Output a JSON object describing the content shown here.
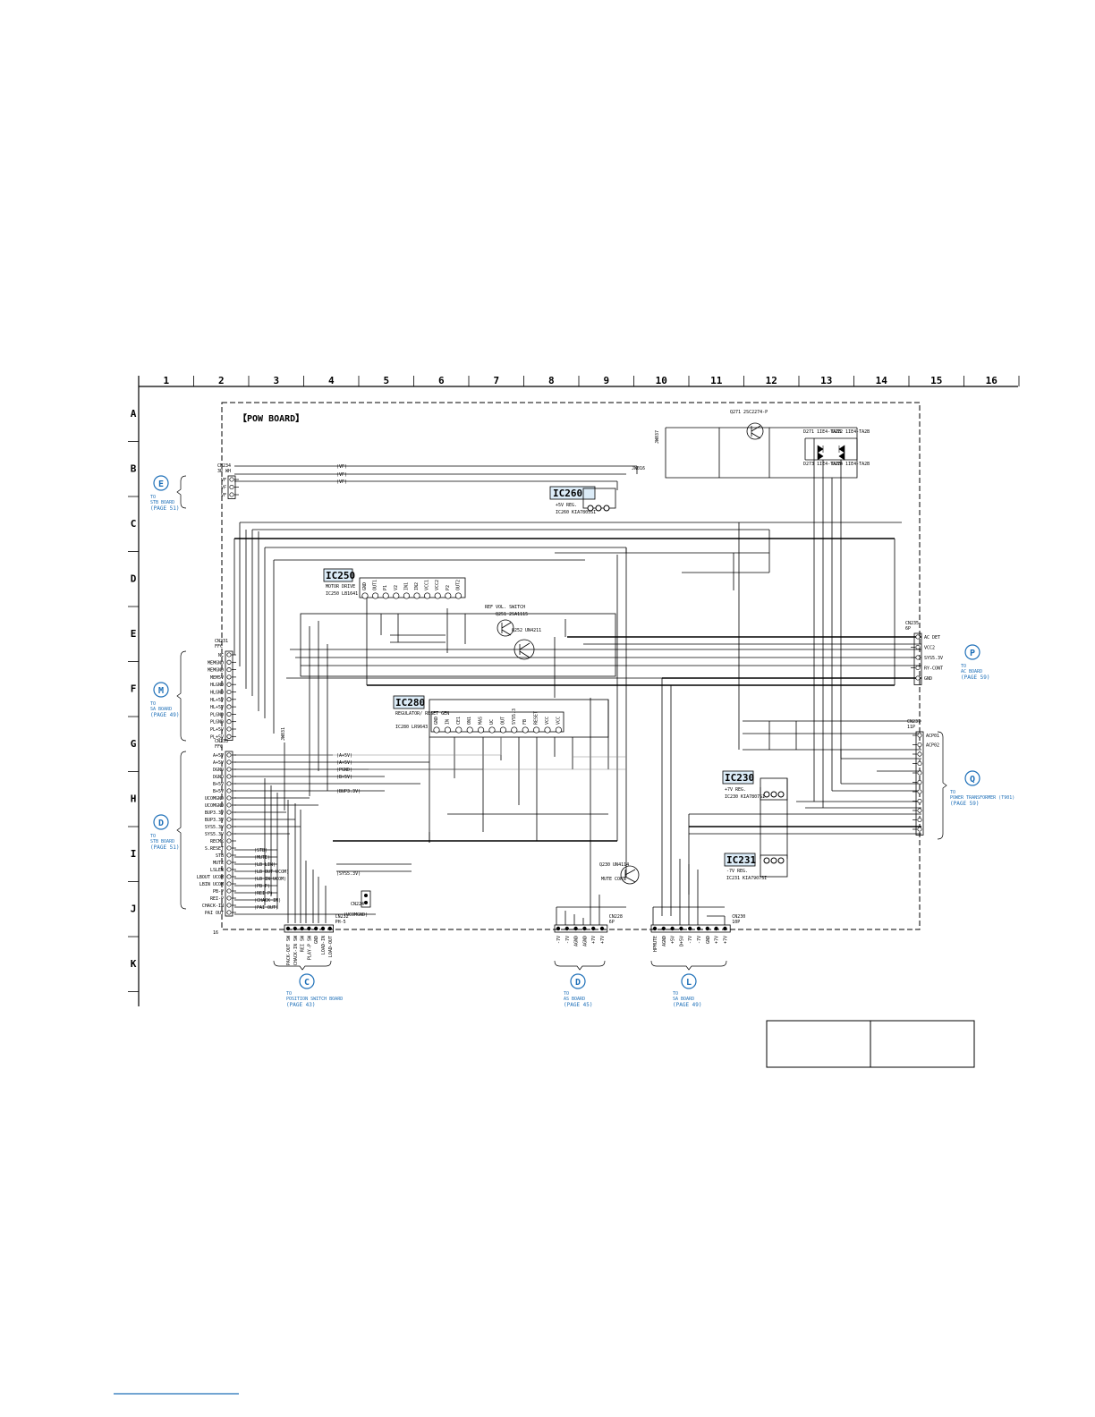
{
  "grid": {
    "columns": [
      "1",
      "2",
      "3",
      "4",
      "5",
      "6",
      "7",
      "8",
      "9",
      "10",
      "11",
      "12",
      "13",
      "14",
      "15",
      "16"
    ],
    "rows": [
      "A",
      "B",
      "C",
      "D",
      "E",
      "F",
      "G",
      "H",
      "I",
      "J",
      "K"
    ]
  },
  "board": {
    "title": "【POW BOARD】"
  },
  "ics": {
    "ic260": {
      "label": "IC260",
      "desc": "+5V REG.",
      "part": "IC260 KIA7805SI"
    },
    "ic250": {
      "label": "IC250",
      "desc": "MOTOR DRIVE",
      "part": "IC250 LB1641"
    },
    "ic280": {
      "label": "IC280",
      "desc": "REGULATOR/ RESET GEN",
      "part": "IC280 LR9643"
    },
    "ic230": {
      "label": "IC230",
      "desc": "+7V REG.",
      "part": "IC230 KIA7807SI"
    },
    "ic231": {
      "label": "IC231",
      "desc": "-7V REG.",
      "part": "IC231 KIA7907SI"
    }
  },
  "ic250_pins": [
    "GND",
    "OUT1",
    "P1",
    "V2",
    "IN1",
    "IN2",
    "VCC1",
    "VCC2",
    "P2",
    "OUT2"
  ],
  "ic280_pins": [
    "GND",
    "IN",
    "CE1",
    "ON1",
    "MAS",
    "UC",
    "OUT",
    "SYS5.3",
    "FB",
    "RESET",
    "VCC",
    "VCC"
  ],
  "misc_labels": {
    "ref_vol_switch": "REF VOL. SWITCH",
    "mute_cont": "MUTE CONT",
    "q251": "Q251 2SA1115",
    "q252": "Q252 UN4211",
    "q271": "Q271 2SC2274-P",
    "q230": "Q230 UN4114",
    "d271": "D271 1IE4-TA2B",
    "d272": "D272 1IE4-TA2B",
    "d273": "D273 1IE4-TA2B",
    "d274": "D274 1IE4-TA2B",
    "jw016": "JW016",
    "jw037": "JW037",
    "jw031": "JW031",
    "node_16": "16"
  },
  "connectors": {
    "cn234": {
      "id": "CN234",
      "spec": "3P WH",
      "pins": [
        "VF",
        "VF",
        "VF"
      ]
    },
    "cn231": {
      "id": "CN231",
      "spec": "FFC",
      "pins": [
        "NC",
        "MEMGND",
        "MEMGND",
        "MEM5V",
        "HLGND",
        "HLGND",
        "HL+5V",
        "HL+5V",
        "PLGND",
        "PLGND",
        "PL+5V",
        "PL+5V"
      ]
    },
    "cn233": {
      "id": "CN233",
      "spec": "FFC",
      "pins": [
        "A+5V",
        "A+5V",
        "DGND",
        "DGND",
        "B+5V",
        "B+5V",
        "UCOMGND",
        "UCOMGND",
        "BUP3.3V",
        "BUP3.3V",
        "SYS5.3V",
        "SYS5.3V",
        "RECMK",
        "S.RESET",
        "STB",
        "MUTE",
        "LSLEW",
        "LBOUT UCOM",
        "LBIN UCOM",
        "PB-P",
        "REI-P",
        "CHACK-IN",
        "PAI OUT"
      ]
    },
    "cn232": {
      "id": "CN232",
      "spec": "PH-5",
      "pins": [
        "PACK-OUT SW",
        "CHACK-IN SW",
        "REI SW",
        "PLAY-P SW",
        "GND",
        "LOAD-IN",
        "LOAD-OUT"
      ]
    },
    "cn228": {
      "id": "CN228",
      "spec": "6P",
      "pins": [
        "-7V",
        "-7V",
        "AGND",
        "AGND",
        "+7V",
        "+7V"
      ]
    },
    "cn230": {
      "id": "CN230",
      "spec": "10P",
      "pins": [
        "HPMUTE",
        "AGND",
        "+5V",
        "D+5V",
        "-7V",
        "-7V",
        "GND",
        "+7V",
        "+7V"
      ]
    },
    "cn235": {
      "id": "CN235",
      "spec": "6P",
      "pins": [
        "AC DET",
        "VCC2",
        "SYS5.3V",
        "RY-CONT",
        "GND"
      ]
    },
    "cn237": {
      "id": "CN237",
      "spec": "11P",
      "pins": [
        "ACP01",
        "ACP02",
        "",
        "",
        "",
        "",
        "",
        "",
        "",
        "",
        ""
      ]
    },
    "cn224": {
      "id": "CN224",
      "spec": "2P"
    }
  },
  "signal_tags": [
    "(VF)",
    "(VF)",
    "(VF)",
    "(A+5V)",
    "(A+5V)",
    "(PGND)",
    "(B+5V)",
    "(BUP3.3V)",
    "(STB)",
    "(MUTE)",
    "(LB LIN)",
    "(LB OUT UCOM)",
    "(LB IN UCOM)",
    "(PB P)",
    "(REI P)",
    "(CHACK IN)",
    "(PAI OUT)",
    "(UCOMGND)",
    "(SYS5.3V)"
  ],
  "destinations": [
    {
      "badge": "E",
      "to": "TO",
      "board": "STB BOARD",
      "page": "(PAGE 51)"
    },
    {
      "badge": "M",
      "to": "TO",
      "board": "SA BOARD",
      "page": "(PAGE 49)"
    },
    {
      "badge": "D",
      "to": "TO",
      "board": "STB BOARD",
      "page": "(PAGE 51)"
    },
    {
      "badge": "C",
      "to": "TO",
      "board": "POSITION SWITCH BOARD",
      "page": "(PAGE 43)"
    },
    {
      "badge": "D",
      "to": "TO",
      "board": "AS BOARD",
      "page": "(PAGE 45)"
    },
    {
      "badge": "L",
      "to": "TO",
      "board": "SA BOARD",
      "page": "(PAGE 49)"
    },
    {
      "badge": "P",
      "to": "TO",
      "board": "AC BOARD",
      "page": "(PAGE 59)"
    },
    {
      "badge": "Q",
      "to": "TO",
      "board": "POWER TRANSFORMER (T901)",
      "page": "(PAGE 59)"
    }
  ],
  "colors": {
    "ink": "#000000",
    "accent": "#1d6fb8",
    "ic_fill": "#dcecf8"
  }
}
